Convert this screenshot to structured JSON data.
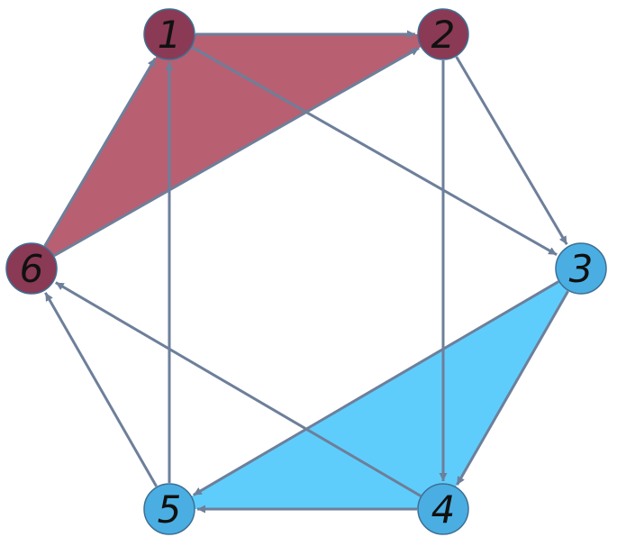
{
  "diagram": {
    "colors": {
      "purple_node": "#8a3a55",
      "purple_fill": "#b85f72",
      "blue_node": "#4aaee2",
      "blue_fill": "#5fcdfb",
      "edge": "#6d7f9a",
      "node_stroke": "#3f6f93"
    },
    "nodes": [
      {
        "id": "1",
        "label": "1",
        "group": "purple"
      },
      {
        "id": "2",
        "label": "2",
        "group": "purple"
      },
      {
        "id": "3",
        "label": "3",
        "group": "blue"
      },
      {
        "id": "4",
        "label": "4",
        "group": "blue"
      },
      {
        "id": "5",
        "label": "5",
        "group": "blue"
      },
      {
        "id": "6",
        "label": "6",
        "group": "purple"
      }
    ],
    "filled_triangles": [
      {
        "nodes": [
          "1",
          "2",
          "6"
        ],
        "group": "purple"
      },
      {
        "nodes": [
          "3",
          "4",
          "5"
        ],
        "group": "blue"
      }
    ],
    "edges": [
      {
        "from": "1",
        "to": "2"
      },
      {
        "from": "1",
        "to": "3"
      },
      {
        "from": "2",
        "to": "3"
      },
      {
        "from": "2",
        "to": "4"
      },
      {
        "from": "3",
        "to": "4"
      },
      {
        "from": "3",
        "to": "5"
      },
      {
        "from": "4",
        "to": "5"
      },
      {
        "from": "4",
        "to": "6"
      },
      {
        "from": "5",
        "to": "6"
      },
      {
        "from": "5",
        "to": "1"
      },
      {
        "from": "6",
        "to": "1"
      },
      {
        "from": "6",
        "to": "2"
      }
    ]
  }
}
